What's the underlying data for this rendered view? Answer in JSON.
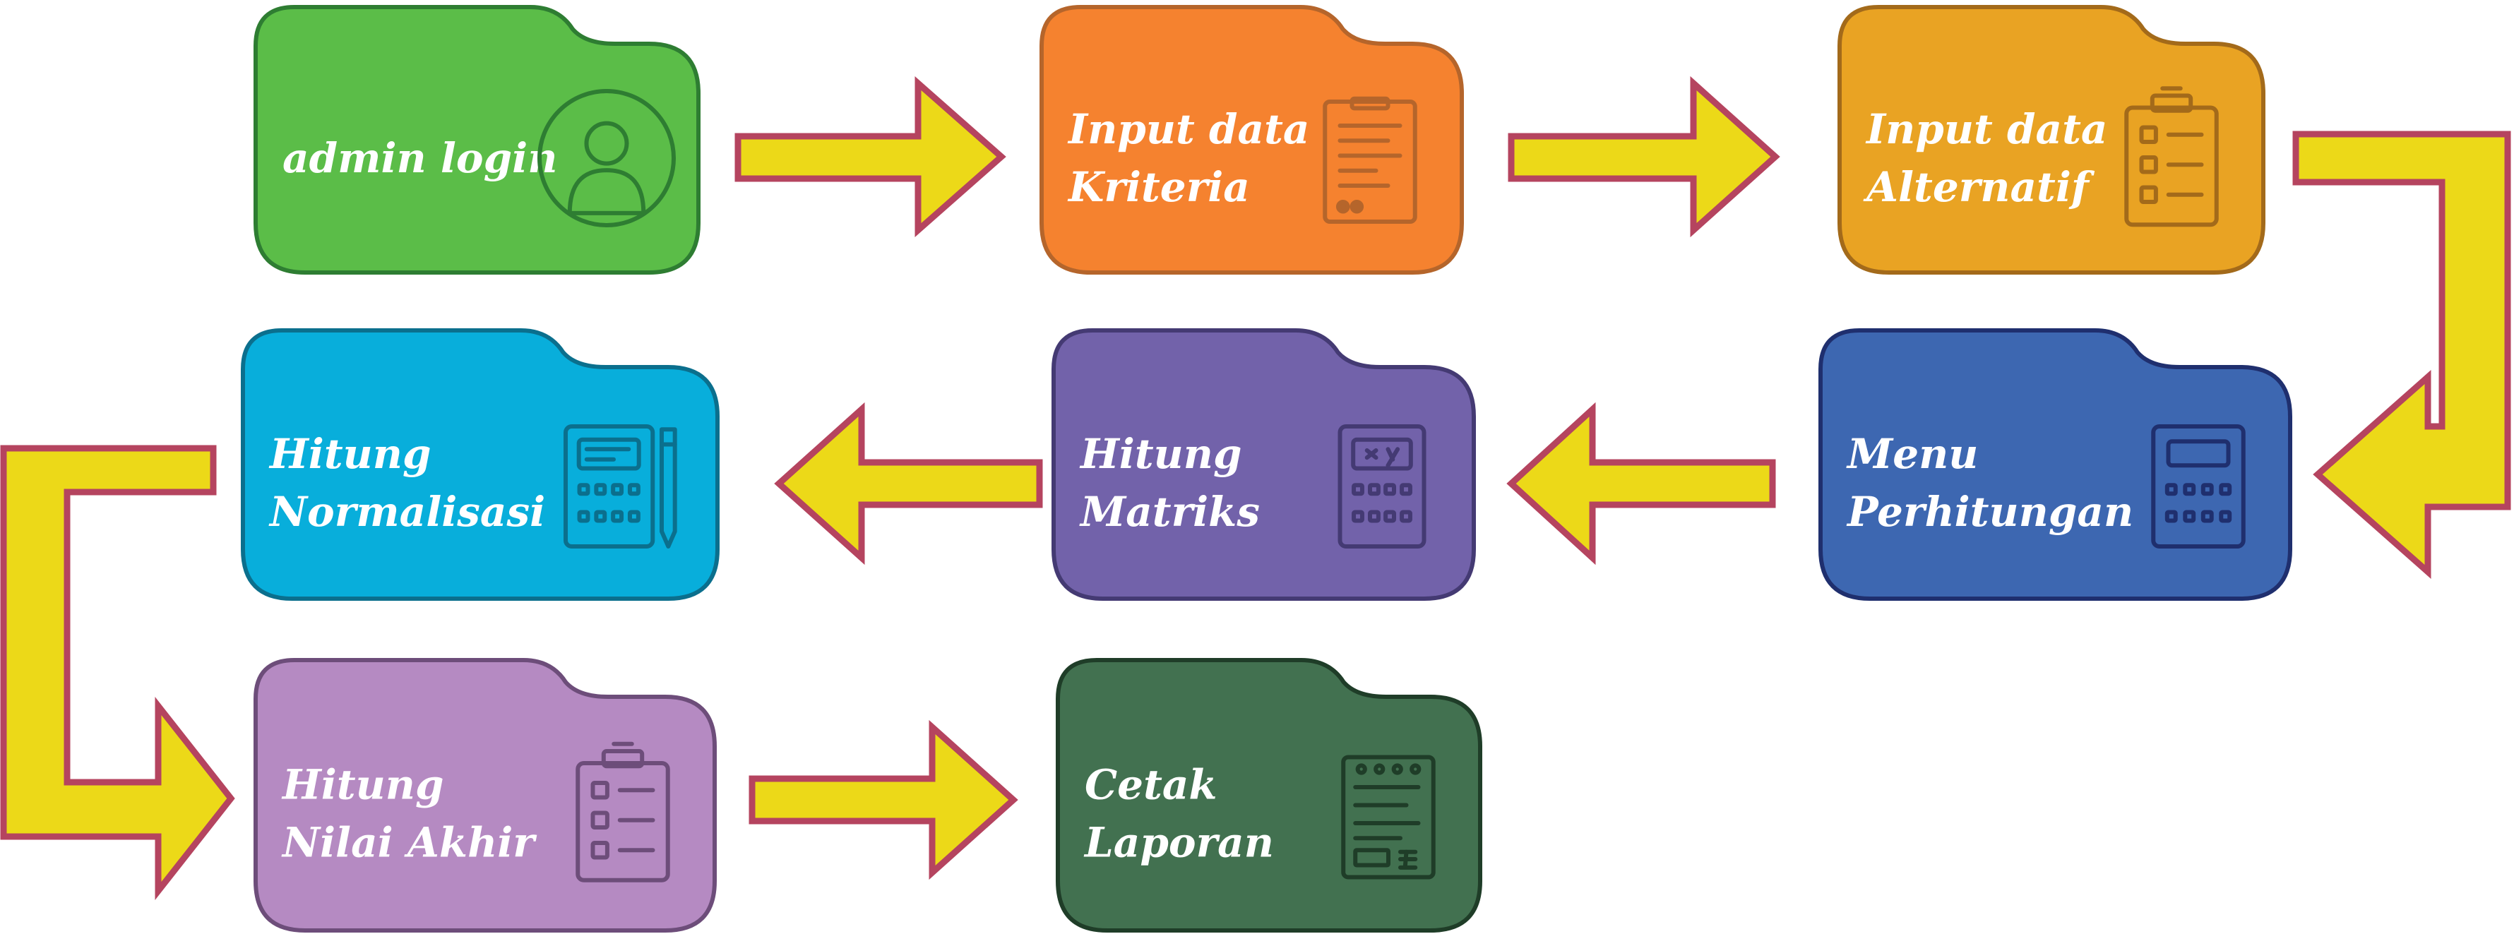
{
  "steps": [
    {
      "id": "admin-login",
      "lines": [
        "admin login"
      ],
      "fill": "#5bbd48",
      "stroke": "#2e7d32",
      "icon": "user-icon"
    },
    {
      "id": "input-kriteria",
      "lines": [
        "Input data",
        "Kriteria"
      ],
      "fill": "#f5822f",
      "stroke": "#b5652b",
      "icon": "clipboard-icon"
    },
    {
      "id": "input-alternatif",
      "lines": [
        "Input data",
        "Alternatif"
      ],
      "fill": "#e9a323",
      "stroke": "#a36a1a",
      "icon": "checklist-icon"
    },
    {
      "id": "menu-perhitungan",
      "lines": [
        "Menu",
        "Perhitungan"
      ],
      "fill": "#3d67b1",
      "stroke": "#1f2f6e",
      "icon": "calculator-icon"
    },
    {
      "id": "hitung-matriks",
      "lines": [
        "Hitung",
        "Matriks"
      ],
      "fill": "#7262aa",
      "stroke": "#443a73",
      "icon": "matrix-calculator-icon"
    },
    {
      "id": "hitung-normalisasi",
      "lines": [
        "Hitung",
        "Normalisasi"
      ],
      "fill": "#08aedb",
      "stroke": "#0b6f8d",
      "icon": "calculator-pen-icon"
    },
    {
      "id": "hitung-nilai-akhir",
      "lines": [
        "Hitung",
        "Nilai Akhir"
      ],
      "fill": "#b58ac2",
      "stroke": "#6d4d7a",
      "icon": "checklist-icon"
    },
    {
      "id": "cetak-laporan",
      "lines": [
        "Cetak",
        "Laporan"
      ],
      "fill": "#427150",
      "stroke": "#1f3d28",
      "icon": "report-icon"
    }
  ],
  "colors": {
    "arrow_fill": "#ecd918",
    "arrow_stroke": "#b5445f",
    "icon_stroke_light": "#ffffff"
  }
}
